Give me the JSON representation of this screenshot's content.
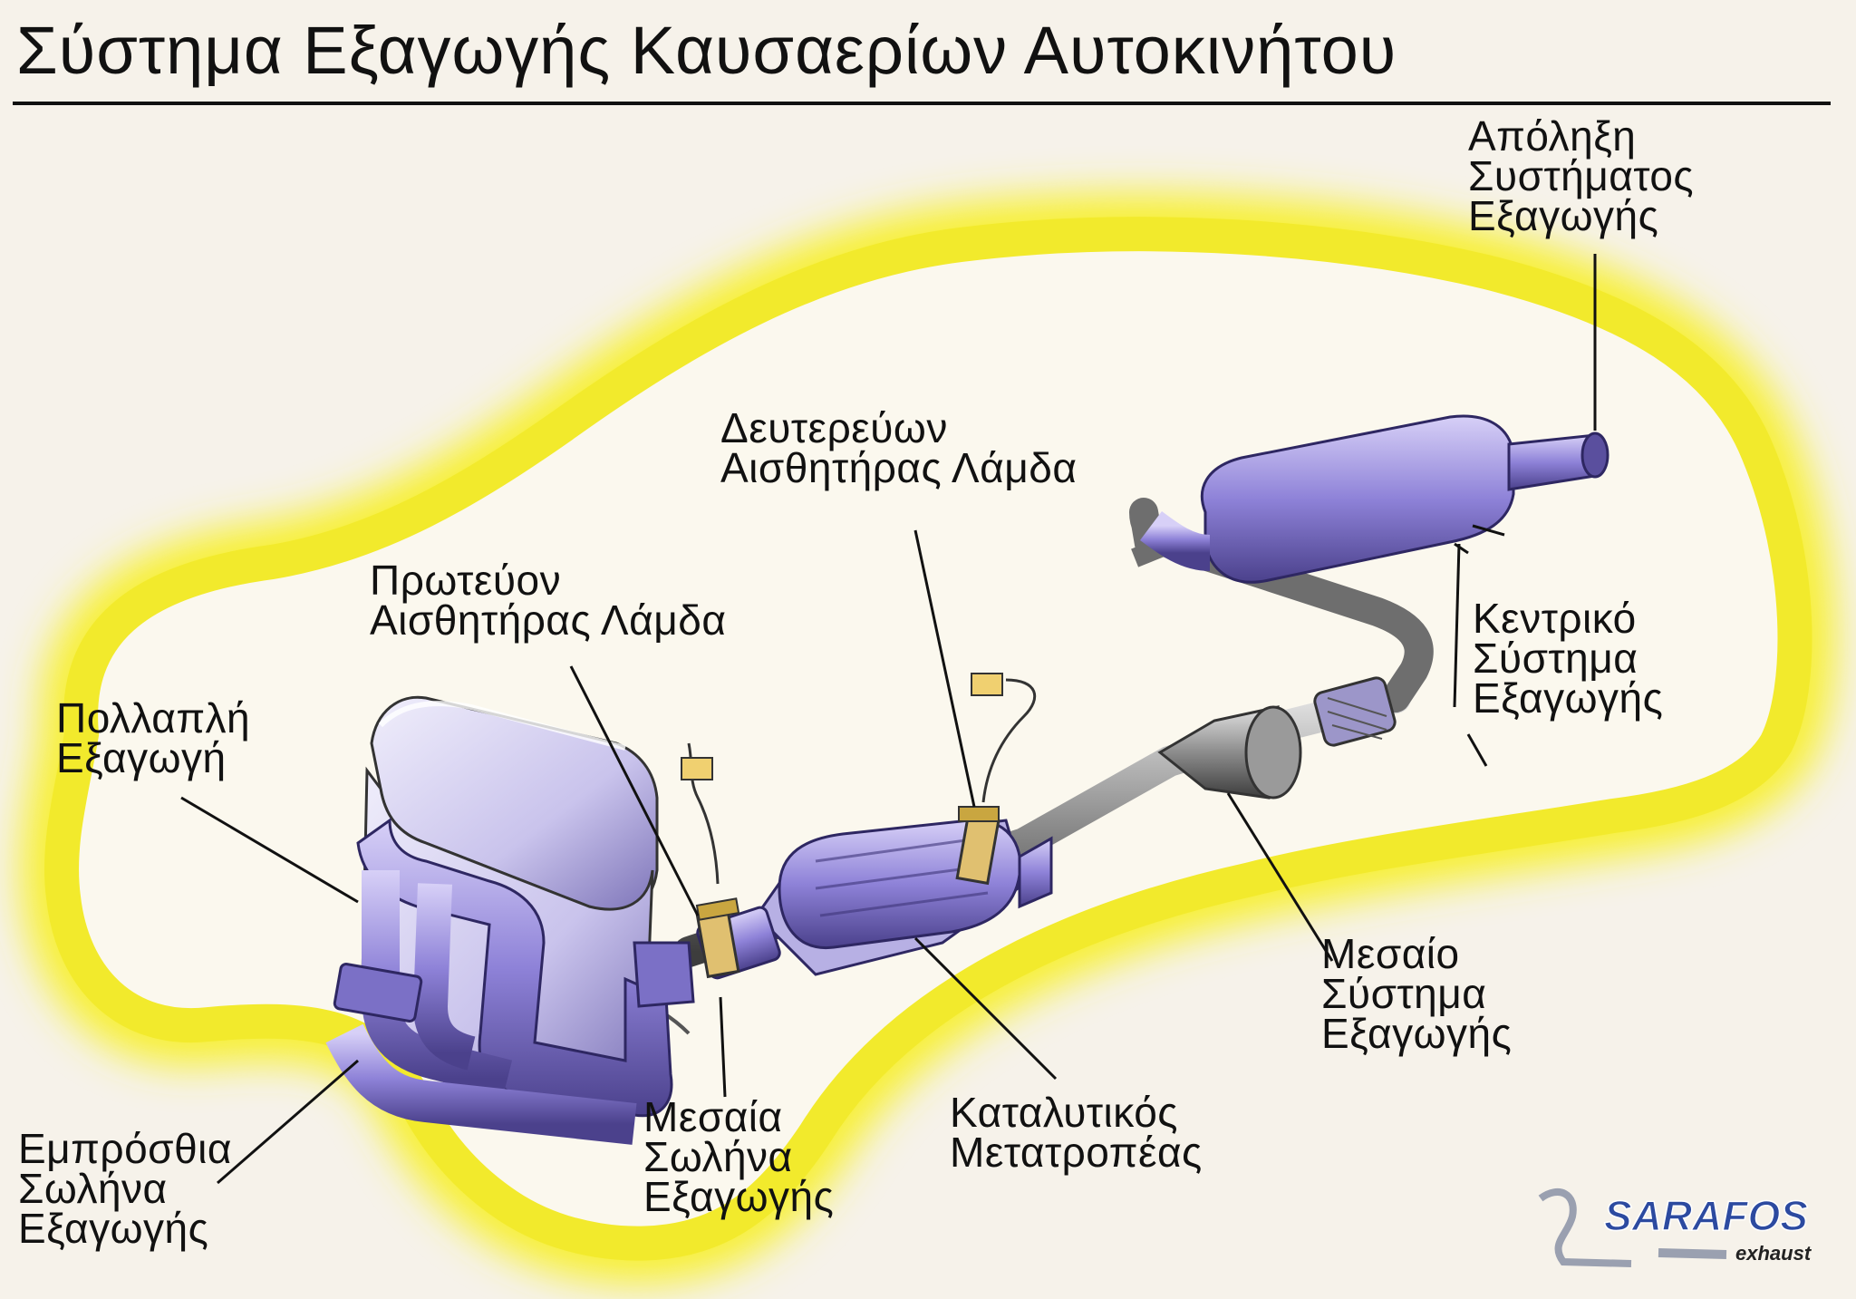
{
  "title": "Σύστημα Εξαγωγής Καυσαερίων Αυτοκινήτου",
  "labels": {
    "tailpipe": "Απόληξη\nΣυστήματος\nΕξαγωγής",
    "secondary_lambda": "Δευτερεύων\nΑισθητήρας Λάμδα",
    "primary_lambda": "Πρωτεύον\nΑισθητήρας Λάμδα",
    "manifold": "Πολλαπλή\nΕξαγωγή",
    "central_system": "Κεντρικό\nΣύστημα\nΕξαγωγής",
    "middle_system": "Μεσαίο\nΣύστημα\nΕξαγωγής",
    "catalytic": "Καταλυτικός\nΜετατροπέας",
    "middle_pipe": "Μεσαία\nΣωλήνα\nΕξαγωγής",
    "front_pipe": "Εμπρόσθια\nΣωλήνα\nΕξαγωγής"
  },
  "brand": {
    "name": "SARAFOS",
    "sub": "exhaust"
  },
  "colors": {
    "car_glow": "#f7f036",
    "car_fill": "#fbf8ee",
    "part": "#8e82d8",
    "part_dark": "#5a4f9e",
    "pipe": "#8a8a8a",
    "brand": "#2c4aa0"
  },
  "icons": [
    "engine-block-icon",
    "catalytic-converter-icon",
    "muffler-icon",
    "lambda-sensor-icon"
  ]
}
